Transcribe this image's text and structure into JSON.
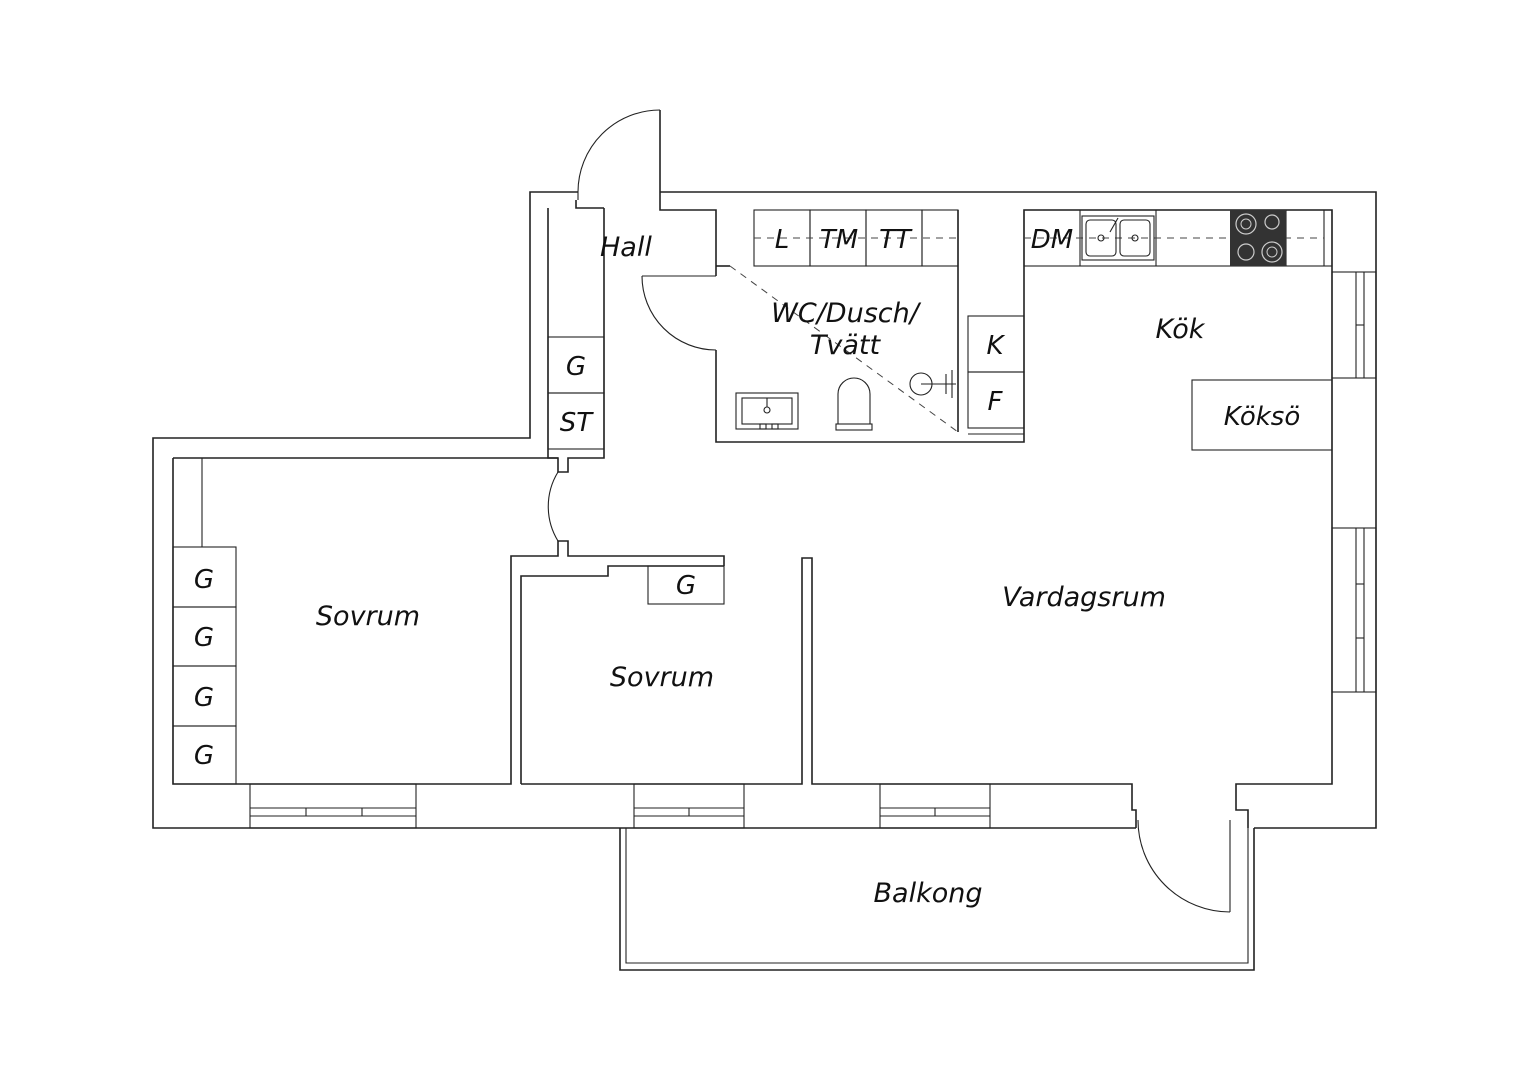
{
  "rooms": {
    "hall": "Hall",
    "wc_line1": "WC/Dusch/",
    "wc_line2": "Tvätt",
    "kok": "Kök",
    "vardagsrum": "Vardagsrum",
    "sovrum_left": "Sovrum",
    "sovrum_mid": "Sovrum",
    "balkong": "Balkong"
  },
  "fixtures": {
    "laundry": [
      "L",
      "TM",
      "TT"
    ],
    "dishwasher": "DM",
    "fridge": "K",
    "freezer": "F",
    "kitchen_island": "Köksö",
    "hall_wardrobe": "G",
    "hall_storage": "ST",
    "bedroom_left_wardrobes": [
      "G",
      "G",
      "G",
      "G"
    ],
    "bedroom_mid_wardrobe": "G"
  },
  "colors": {
    "line": "#222222",
    "stove": "#333333",
    "background": "#ffffff"
  }
}
